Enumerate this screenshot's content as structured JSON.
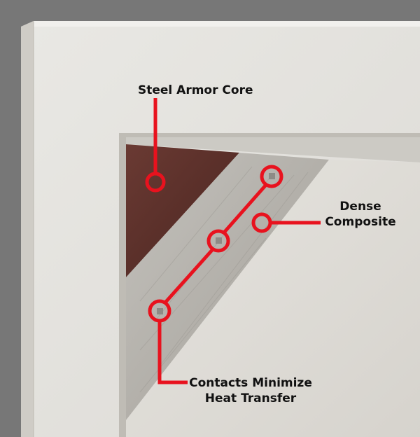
{
  "colors": {
    "background": "#777777",
    "frame": "#E3E1DC",
    "callout_red": "#E8121E",
    "composite": "#B9B7B2",
    "steel_core": "#5A2E27"
  },
  "callouts": {
    "steel_armor_core": "Steel Armor Core",
    "dense_composite": [
      "Dense",
      "Composite"
    ],
    "contacts": [
      "Contacts Minimize",
      "Heat Transfer"
    ]
  }
}
